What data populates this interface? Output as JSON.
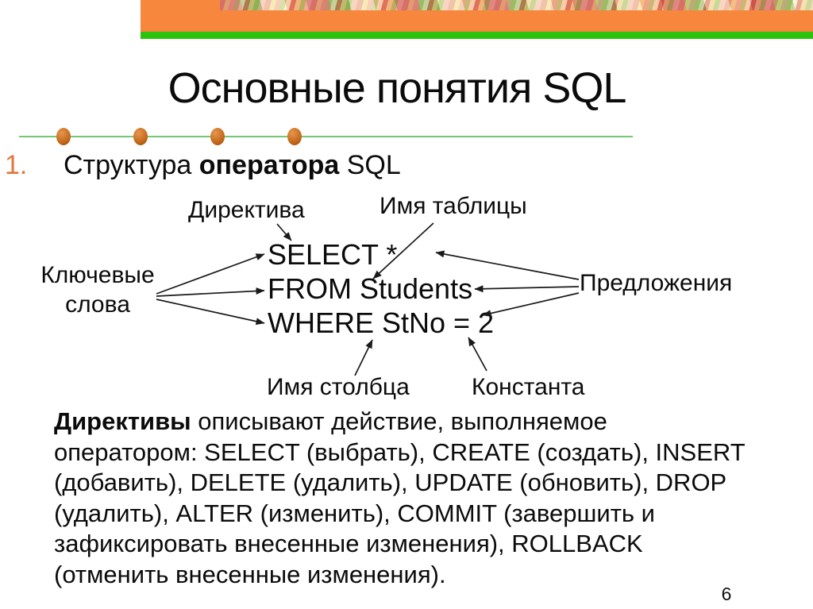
{
  "slide": {
    "title": "Основные понятия SQL",
    "page_number": "6"
  },
  "list_item": {
    "number": "1.",
    "text_before_bold": "Структура ",
    "bold_text": "оператора",
    "text_after_bold": " SQL"
  },
  "diagram": {
    "labels": {
      "directive": "Директива",
      "table_name": "Имя таблицы",
      "keywords_line1": "Ключевые",
      "keywords_line2": "слова",
      "clauses": "Предложения",
      "column_name": "Имя столбца",
      "constant": "Константа"
    },
    "sql": {
      "line1": "SELECT *",
      "line2": "FROM Students",
      "line3": "WHERE StNo = 2"
    }
  },
  "paragraph": {
    "bold_lead": "Директивы",
    "line1_rest": " описывают действие, выполняемое",
    "line2": "оператором: SELECT (выбрать), CREATE (создать), INSERT",
    "line3": "(добавить), DELETE (удалить), UPDATE (обновить), DROP",
    "line4": "(удалить), ALTER (изменить), COMMIT (завершить и",
    "line5": "зафиксировать внесенные изменения), ROLLBACK",
    "line6": "(отменить внесенные изменения)."
  },
  "colors": {
    "banner_orange": "#F6873D",
    "banner_green": "#2BC30B",
    "divider_green": "#74C874",
    "dot_orange": "#C06418",
    "list_number_orange": "#E2773B",
    "text_black": "#0B0B0B"
  }
}
